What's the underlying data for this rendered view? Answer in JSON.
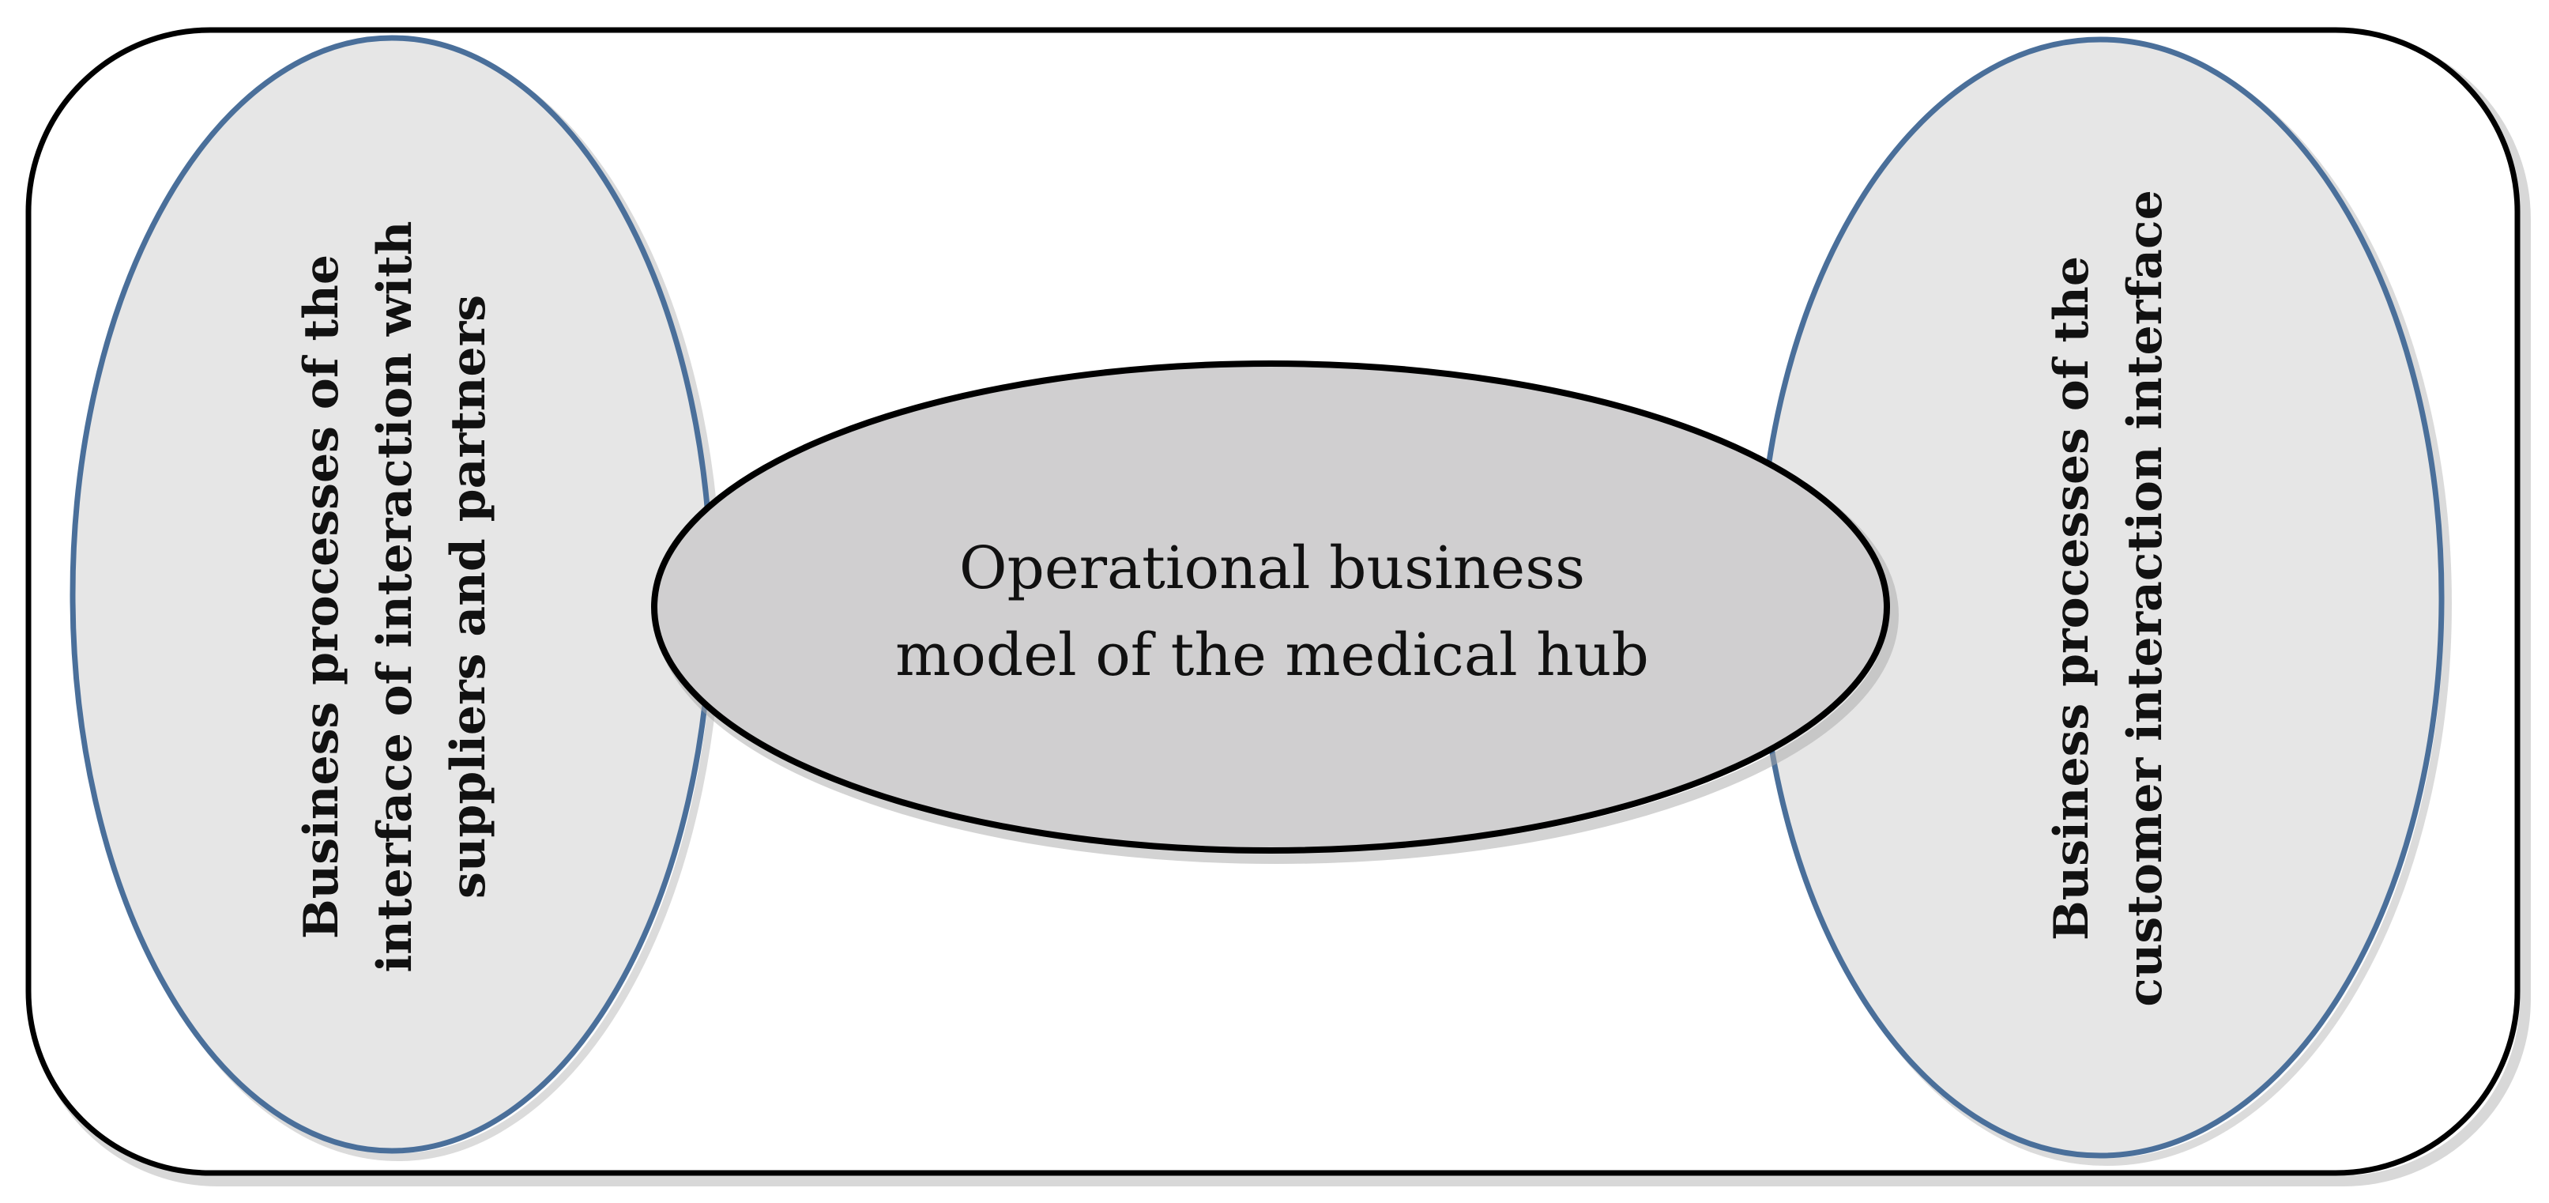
{
  "diagram": {
    "center_node": {
      "label": "Operational business\nmodel of the medical hub"
    },
    "left_node": {
      "label": "Business processes of the\ninterface of interaction with\nsuppliers and partners"
    },
    "right_node": {
      "label": "Business processes of the\ncustomer interaction interface"
    },
    "colors": {
      "outer_border": "#000000",
      "side_fill": "#e6e6e6",
      "side_stroke": "#4a6f9a",
      "center_fill": "#d0cfd0",
      "center_stroke": "#000000",
      "text": "#111111"
    }
  }
}
